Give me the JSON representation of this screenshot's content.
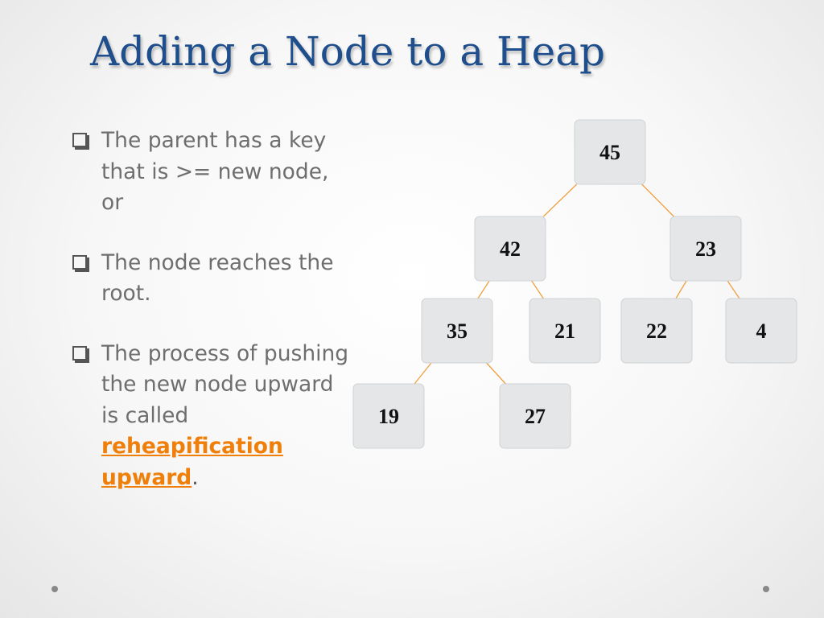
{
  "slide": {
    "title": "Adding a Node to a Heap",
    "bullets": [
      {
        "text": "The parent has a key that is >= new node, or"
      },
      {
        "text": "The node reaches the root."
      },
      {
        "text_before": "The process of pushing the new node upward is called ",
        "highlight": "reheapification upward",
        "text_after": "."
      }
    ]
  },
  "heap": {
    "nodes": [
      {
        "key": "45"
      },
      {
        "key": "42"
      },
      {
        "key": "23"
      },
      {
        "key": "35"
      },
      {
        "key": "21"
      },
      {
        "key": "22"
      },
      {
        "key": "4"
      },
      {
        "key": "19"
      },
      {
        "key": "27"
      }
    ],
    "edges": [
      [
        0,
        1
      ],
      [
        0,
        2
      ],
      [
        1,
        3
      ],
      [
        1,
        4
      ],
      [
        2,
        5
      ],
      [
        2,
        6
      ],
      [
        3,
        7
      ],
      [
        3,
        8
      ]
    ]
  },
  "colors": {
    "title": "#1f4e8c",
    "highlight": "#f07f09",
    "edge": "#f0a040",
    "node_fill": "#e4e6e8"
  }
}
